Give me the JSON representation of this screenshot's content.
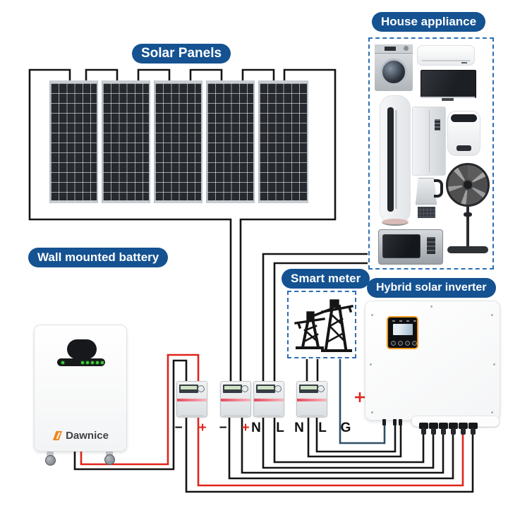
{
  "diagram": {
    "labels": {
      "solar_panels": "Solar Panels",
      "house_appliance": "House appliance",
      "wall_mounted_battery": "Wall mounted battery",
      "smart_meter": "Smart meter",
      "hybrid_solar_inverter": "Hybrid solar inverter"
    },
    "battery": {
      "brand": "Dawnice",
      "led_count": 6
    },
    "solar_panel_count": 5,
    "meter_count": 4,
    "inverter": {
      "bottom_connector_count": 6
    },
    "terminals": [
      {
        "text": "−",
        "color": "#111111"
      },
      {
        "text": "+",
        "color": "#e0251a"
      },
      {
        "text": "−",
        "color": "#111111"
      },
      {
        "text": "+",
        "color": "#e0251a"
      },
      {
        "text": "N",
        "color": "#111111"
      },
      {
        "text": "L",
        "color": "#111111"
      },
      {
        "text": "N",
        "color": "#111111"
      },
      {
        "text": "L",
        "color": "#111111"
      },
      {
        "text": "G",
        "color": "#111111"
      }
    ],
    "appliances": [
      "washing machine",
      "split air conditioner",
      "television",
      "floor standing air conditioner",
      "refrigerator",
      "air fryer",
      "stand fan",
      "blender",
      "microwave oven"
    ],
    "colors": {
      "label_pill": "#155291",
      "wire_black": "#141414",
      "wire_red": "#e0251a",
      "wire_ground_blue": "#2f4f66",
      "dashed_border": "#2e6fb5",
      "panel_cell": "#26292e",
      "inverter_accent": "#f29b1d",
      "logo_orange": "#f08519",
      "led_green": "#3bd43b"
    }
  }
}
